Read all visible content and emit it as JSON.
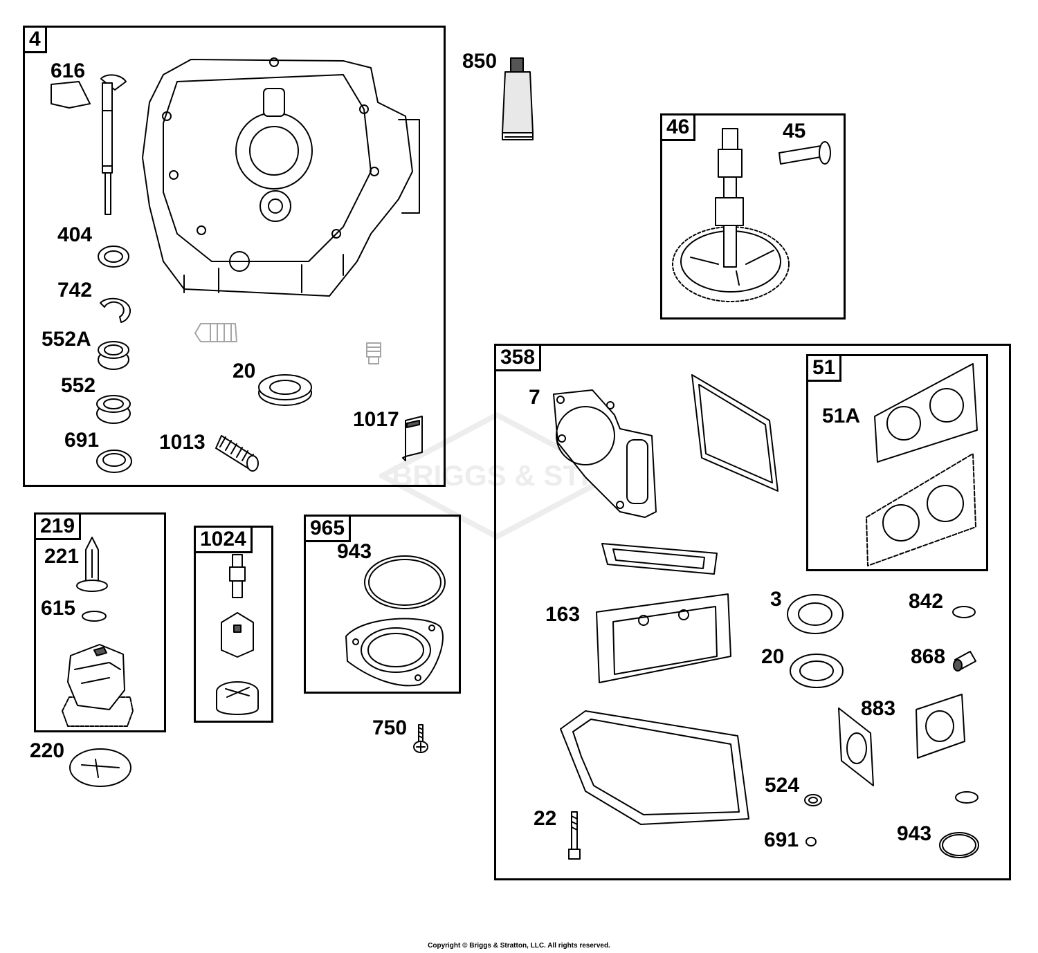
{
  "watermark": "BRIGGS & STRATTON",
  "copyright": "Copyright © Briggs & Stratton, LLC. All rights reserved.",
  "boxes": {
    "b4": "4",
    "b46": "46",
    "b358": "358",
    "b51": "51",
    "b219": "219",
    "b1024": "1024",
    "b965": "965"
  },
  "labels": {
    "p616": "616",
    "p404": "404",
    "p742": "742",
    "p552A": "552A",
    "p552": "552",
    "p691a": "691",
    "p20a": "20",
    "p1013": "1013",
    "p1017": "1017",
    "p850": "850",
    "p45": "45",
    "p7": "7",
    "p51A": "51A",
    "p163": "163",
    "p3": "3",
    "p842": "842",
    "p20b": "20",
    "p868": "868",
    "p883": "883",
    "p524": "524",
    "p22": "22",
    "p691b": "691",
    "p943b": "943",
    "p221": "221",
    "p615": "615",
    "p220": "220",
    "p943a": "943",
    "p750": "750"
  }
}
